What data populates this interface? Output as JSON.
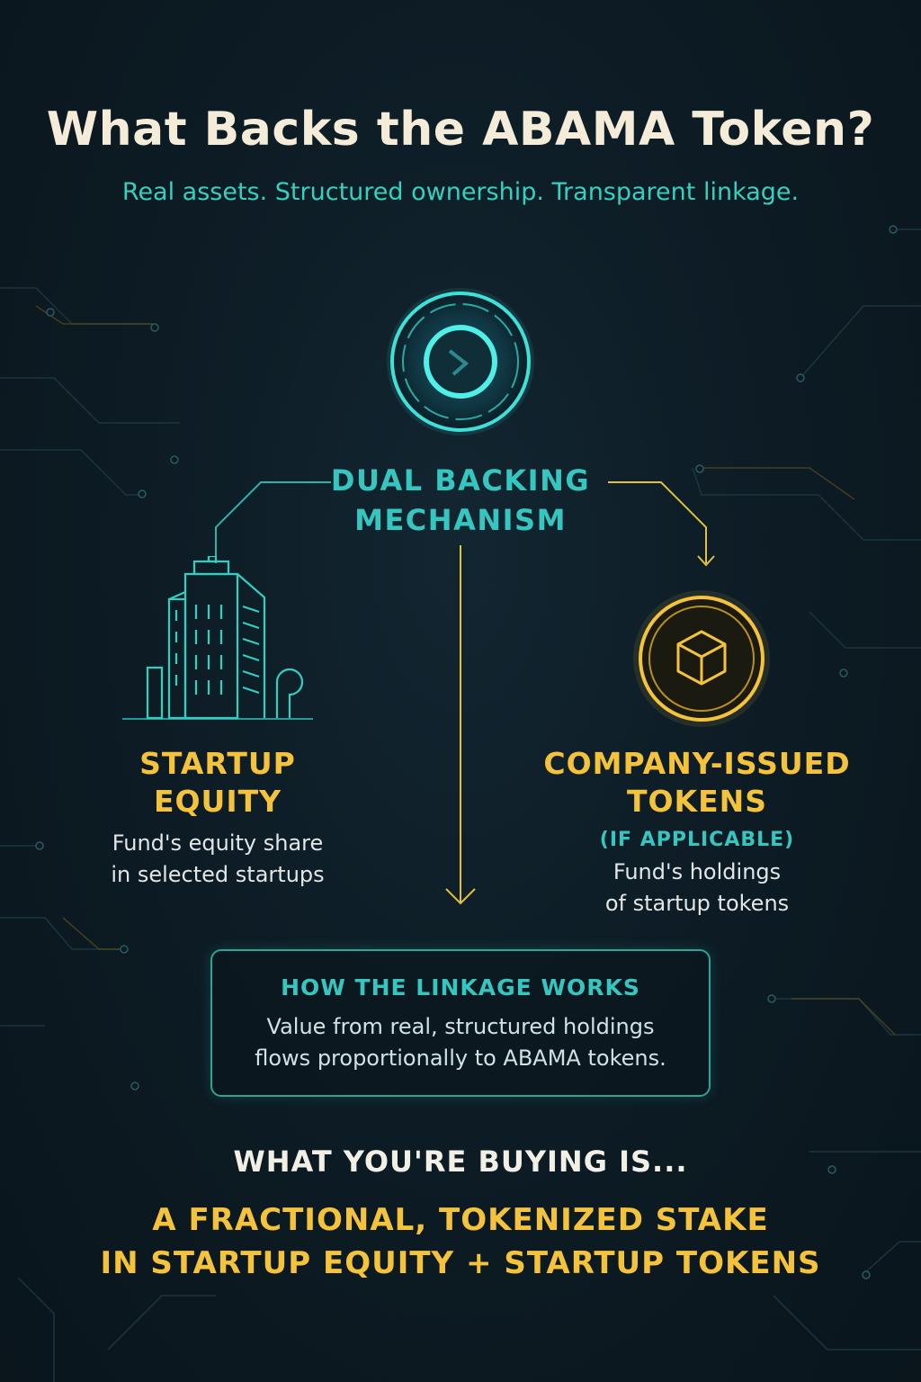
{
  "header": {
    "title": "What Backs the ABAMA Token?",
    "subtitle": "Real assets. Structured ownership. Transparent linkage."
  },
  "center": {
    "label_line1": "DUAL BACKING",
    "label_line2": "MECHANISM"
  },
  "left": {
    "icon": "building-icon",
    "heading_line1": "STARTUP",
    "heading_line2": "EQUITY",
    "desc_line1": "Fund's equity share",
    "desc_line2": "in selected startups"
  },
  "right": {
    "icon": "token-cube-icon",
    "heading_line1": "COMPANY-ISSUED",
    "heading_line2": "TOKENS",
    "note": "(IF APPLICABLE)",
    "desc_line1": "Fund's holdings",
    "desc_line2": "of startup tokens"
  },
  "linkage": {
    "heading": "HOW THE LINKAGE WORKS",
    "line1": "Value from real, structured holdings",
    "line2": "flows proportionally to ABAMA tokens."
  },
  "footer": {
    "buying": "WHAT YOU'RE BUYING IS...",
    "stake_line1": "A FRACTIONAL, TOKENIZED STAKE",
    "stake_line2": "IN STARTUP EQUITY + STARTUP TOKENS"
  },
  "colors": {
    "background": "#0c1a22",
    "teal": "#36c6c0",
    "gold": "#f4c23b",
    "title": "#f4ecd8"
  }
}
